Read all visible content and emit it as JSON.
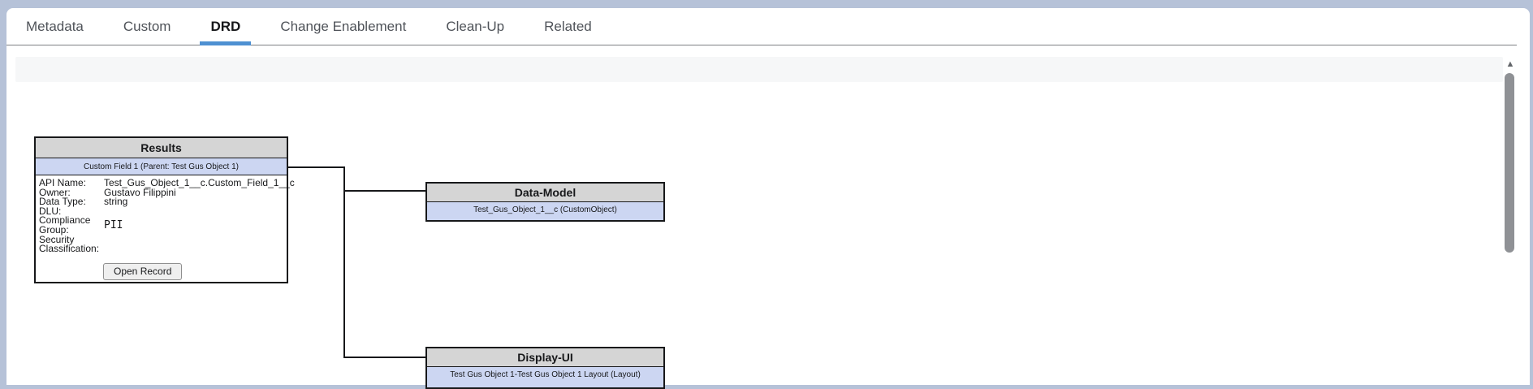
{
  "window": {
    "background": "#b6c2d8",
    "card_background": "#ffffff"
  },
  "tabs": {
    "items": [
      {
        "label": "Metadata",
        "active": false
      },
      {
        "label": "Custom",
        "active": false
      },
      {
        "label": "DRD",
        "active": true
      },
      {
        "label": "Change Enablement",
        "active": false
      },
      {
        "label": "Clean-Up",
        "active": false
      },
      {
        "label": "Related",
        "active": false
      }
    ],
    "active_underline_color": "#4e90d2"
  },
  "diagram": {
    "results_box": {
      "title": "Results",
      "subtitle": "Custom Field 1 (Parent: Test Gus Object 1)",
      "fields": [
        {
          "label": "API Name:",
          "value": "Test_Gus_Object_1__c.Custom_Field_1__c"
        },
        {
          "label": "Owner:",
          "value": "Gustavo Filippini"
        },
        {
          "label": "Data Type:",
          "value": "string"
        },
        {
          "label": "DLU:",
          "value": ""
        },
        {
          "label": "Compliance Group:",
          "value": "PII"
        },
        {
          "label": "Security Classification:",
          "value": ""
        }
      ],
      "open_record_button": "Open Record"
    },
    "data_model_box": {
      "title": "Data-Model",
      "subtitle": "Test_Gus_Object_1__c (CustomObject)"
    },
    "display_ui_box": {
      "title": "Display-UI",
      "subtitle": "Test Gus Object 1-Test Gus Object 1 Layout (Layout)"
    },
    "colors": {
      "box_header_bg": "#d5d5d5",
      "box_subtitle_bg": "#ccd6f2",
      "box_border": "#17181a"
    }
  },
  "scrollbar": {
    "up_icon": "▲"
  }
}
